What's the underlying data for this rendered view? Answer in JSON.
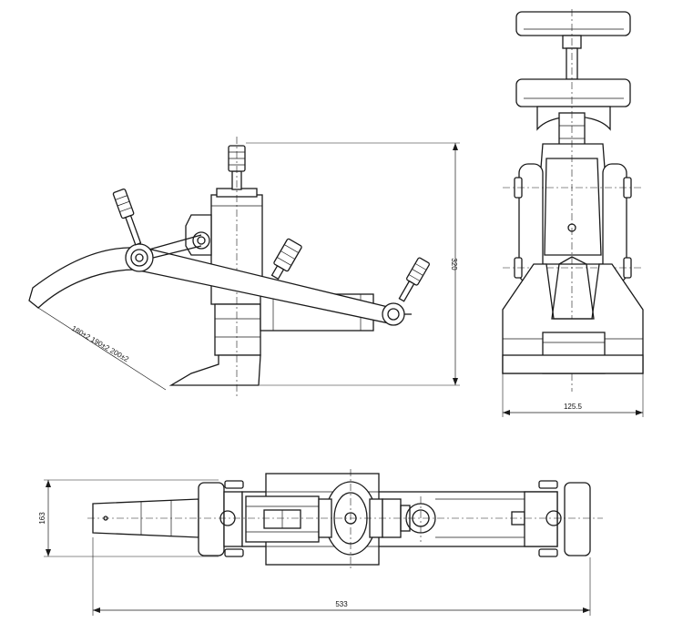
{
  "title": "",
  "side_view": {
    "height_dim": "320",
    "arm_dims": "180±2 190±2 200±2"
  },
  "front_view": {
    "width_dim": "125.5"
  },
  "top_view": {
    "height_dim": "163",
    "length_dim": "533"
  },
  "colors": {
    "line": "#1a1a1a",
    "background": "#ffffff"
  }
}
